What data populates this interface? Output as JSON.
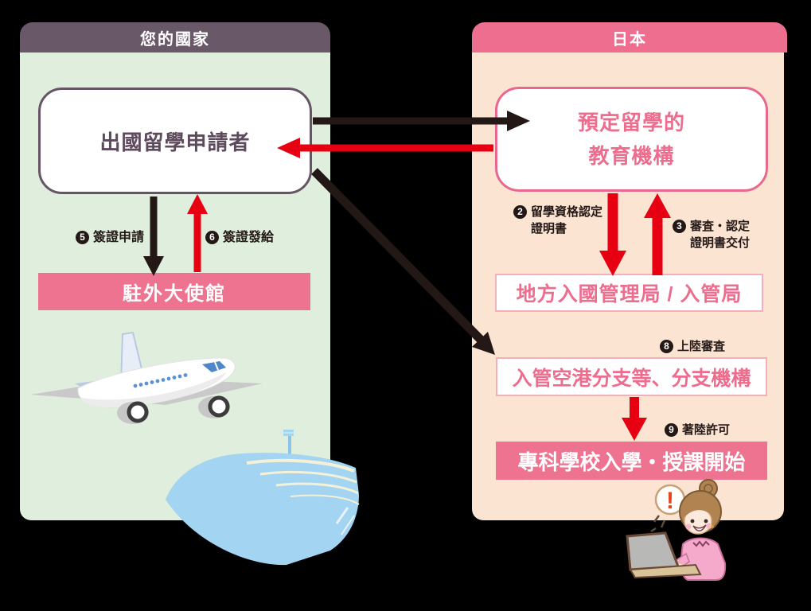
{
  "colors": {
    "left_header_bg": "#695867",
    "right_header_bg": "#ed6e8e",
    "left_panel_bg": "#dfeedd",
    "right_panel_bg": "#fce4d3",
    "purple_text": "#5d4a5c",
    "pink_text": "#ed6d8e",
    "pink_box_bg": "#ee7390",
    "arrow_red": "#e60012",
    "arrow_black": "#231815"
  },
  "left_panel": {
    "header": "您的國家",
    "applicant_box": "出國留學申請者",
    "visa_apply_num": "5",
    "visa_apply_label": "簽證申請",
    "visa_issue_num": "6",
    "visa_issue_label": "簽證發給",
    "embassy_box": "駐外大使館"
  },
  "right_panel": {
    "header": "日本",
    "institution_line1": "預定留學的",
    "institution_line2": "教育機構",
    "coe_num": "2",
    "coe_line1": "留學資格認定",
    "coe_line2": "證明書",
    "review_num": "3",
    "review_line1": "審査・認定",
    "review_line2": "證明書交付",
    "immigration_bureau_box": "地方入國管理局 / 入管局",
    "landing_exam_num": "8",
    "landing_exam_label": "上陸審査",
    "airport_branch_box": "入管空港分支等、分支機構",
    "landing_permit_num": "9",
    "landing_permit_label": "著陸許可",
    "school_box": "專科學校入學・授課開始",
    "alert_mark": "!"
  }
}
